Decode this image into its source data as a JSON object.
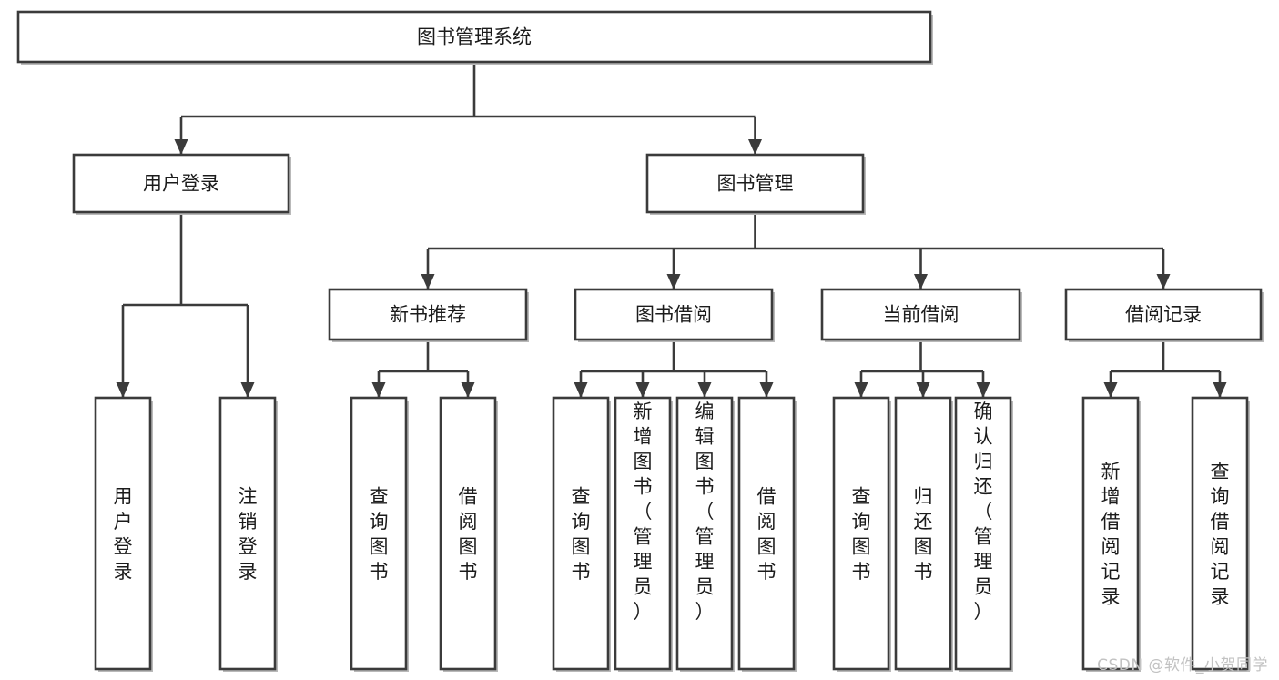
{
  "diagram": {
    "type": "tree-hierarchy",
    "title": "图书管理系统",
    "orientation": "top-down",
    "colors": {
      "stroke": "#3b3b3b",
      "fill": "#ffffff",
      "text": "#1b1b1b",
      "watermark": "#c2c2c2",
      "background": "#ffffff"
    },
    "levels": [
      {
        "level": 1,
        "nodes": [
          {
            "id": "root",
            "label": "图书管理系统",
            "orientation": "horizontal"
          }
        ]
      },
      {
        "level": 2,
        "nodes": [
          {
            "id": "login",
            "label": "用户登录",
            "orientation": "horizontal",
            "parent": "root"
          },
          {
            "id": "bookmgmt",
            "label": "图书管理",
            "orientation": "horizontal",
            "parent": "root"
          }
        ]
      },
      {
        "level": 3,
        "nodes": [
          {
            "id": "newbook",
            "label": "新书推荐",
            "orientation": "horizontal",
            "parent": "bookmgmt"
          },
          {
            "id": "borrow",
            "label": "图书借阅",
            "orientation": "horizontal",
            "parent": "bookmgmt"
          },
          {
            "id": "current",
            "label": "当前借阅",
            "orientation": "horizontal",
            "parent": "bookmgmt"
          },
          {
            "id": "records",
            "label": "借阅记录",
            "orientation": "horizontal",
            "parent": "bookmgmt"
          }
        ]
      },
      {
        "level": 4,
        "nodes": [
          {
            "id": "leaf-1",
            "label": "用户登录",
            "orientation": "vertical",
            "parent": "login"
          },
          {
            "id": "leaf-2",
            "label": "注销登录",
            "orientation": "vertical",
            "parent": "login"
          },
          {
            "id": "leaf-3",
            "label": "查询图书",
            "orientation": "vertical",
            "parent": "newbook"
          },
          {
            "id": "leaf-4",
            "label": "借阅图书",
            "orientation": "vertical",
            "parent": "newbook"
          },
          {
            "id": "leaf-5",
            "label": "查询图书",
            "orientation": "vertical",
            "parent": "borrow"
          },
          {
            "id": "leaf-6",
            "label": "新增图书（管理员）",
            "orientation": "vertical",
            "parent": "borrow"
          },
          {
            "id": "leaf-7",
            "label": "编辑图书（管理员）",
            "orientation": "vertical",
            "parent": "borrow"
          },
          {
            "id": "leaf-8",
            "label": "借阅图书",
            "orientation": "vertical",
            "parent": "borrow"
          },
          {
            "id": "leaf-9",
            "label": "查询图书",
            "orientation": "vertical",
            "parent": "current"
          },
          {
            "id": "leaf-10",
            "label": "归还图书",
            "orientation": "vertical",
            "parent": "current"
          },
          {
            "id": "leaf-11",
            "label": "确认归还（管理员）",
            "orientation": "vertical",
            "parent": "current"
          },
          {
            "id": "leaf-12",
            "label": "新增借阅记录",
            "orientation": "vertical",
            "parent": "records"
          },
          {
            "id": "leaf-13",
            "label": "查询借阅记录",
            "orientation": "vertical",
            "parent": "records"
          }
        ]
      }
    ]
  },
  "watermark": {
    "label": "CSDN @软件_小贺同学"
  }
}
